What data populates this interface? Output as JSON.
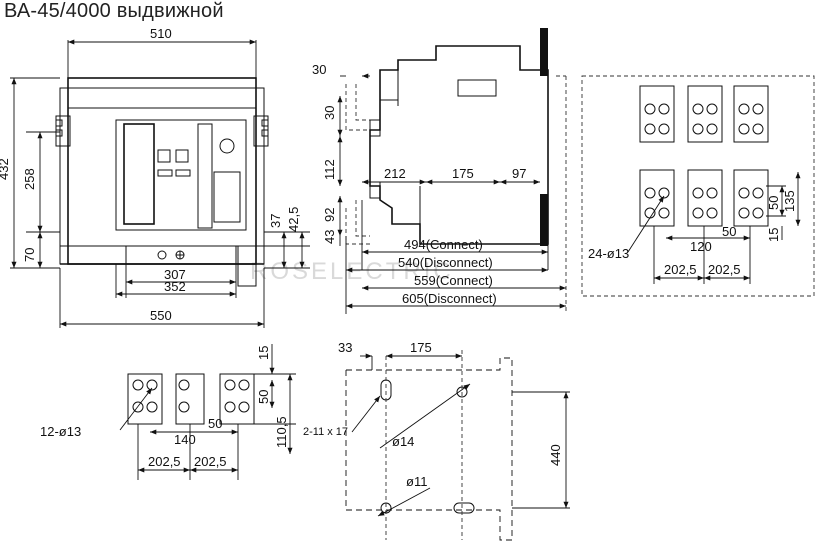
{
  "title": "ВА-45/4000 выдвижной",
  "watermark": "ROSELECTRIC",
  "front_view": {
    "width_top": "510",
    "width_bottom": "550",
    "height_total": "432",
    "height_mid": "258",
    "height_low": "70",
    "inner_307": "307",
    "inner_352": "352",
    "right_37": "37",
    "right_42_5": "42,5"
  },
  "side_view": {
    "d30_top": "30",
    "d30_left": "30",
    "d112": "112",
    "d92": "92",
    "d43": "43",
    "d212": "212",
    "d175": "175",
    "d97": "97",
    "connect_494": "494(Connect)",
    "disconnect_540": "540(Disconnect)",
    "connect_559": "559(Connect)",
    "disconnect_605": "605(Disconnect)"
  },
  "terminal_detail_right": {
    "holes": "24-ø13",
    "d50": "50",
    "d135": "135",
    "d15": "15",
    "d120": "120",
    "d50b": "50",
    "d202_5a": "202,5",
    "d202_5b": "202,5"
  },
  "terminal_detail_left": {
    "holes": "12-ø13",
    "d15": "15",
    "d50": "50",
    "d110_5": "110,5",
    "d140": "140",
    "d50b": "50",
    "d202_5a": "202,5",
    "d202_5b": "202,5"
  },
  "mounting_plate": {
    "d33": "33",
    "d175": "175",
    "slots": "2-11 x 17",
    "d14": "ø14",
    "d11": "ø11",
    "d440": "440"
  },
  "colors": {
    "line": "#111111",
    "watermark": "#d9d9d9"
  }
}
